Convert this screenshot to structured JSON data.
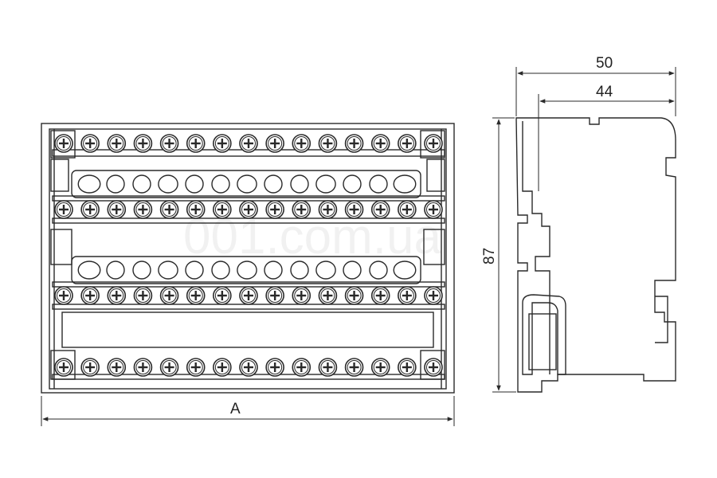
{
  "drawing": {
    "front_view": {
      "width_label": "A",
      "terminal_rows": [
        {
          "kind": "screws",
          "count": 15
        },
        {
          "kind": "holes",
          "count": 13
        },
        {
          "kind": "screws",
          "count": 15
        },
        {
          "kind": "holes",
          "count": 13
        },
        {
          "kind": "screws",
          "count": 15
        },
        {
          "kind": "screws",
          "count": 15
        }
      ]
    },
    "side_view": {
      "overall_width": "50",
      "inner_width": "44",
      "height": "87"
    },
    "watermark": "001.com.ua",
    "line_color": "#2a2a2a",
    "fill_color": "#ffffff"
  }
}
